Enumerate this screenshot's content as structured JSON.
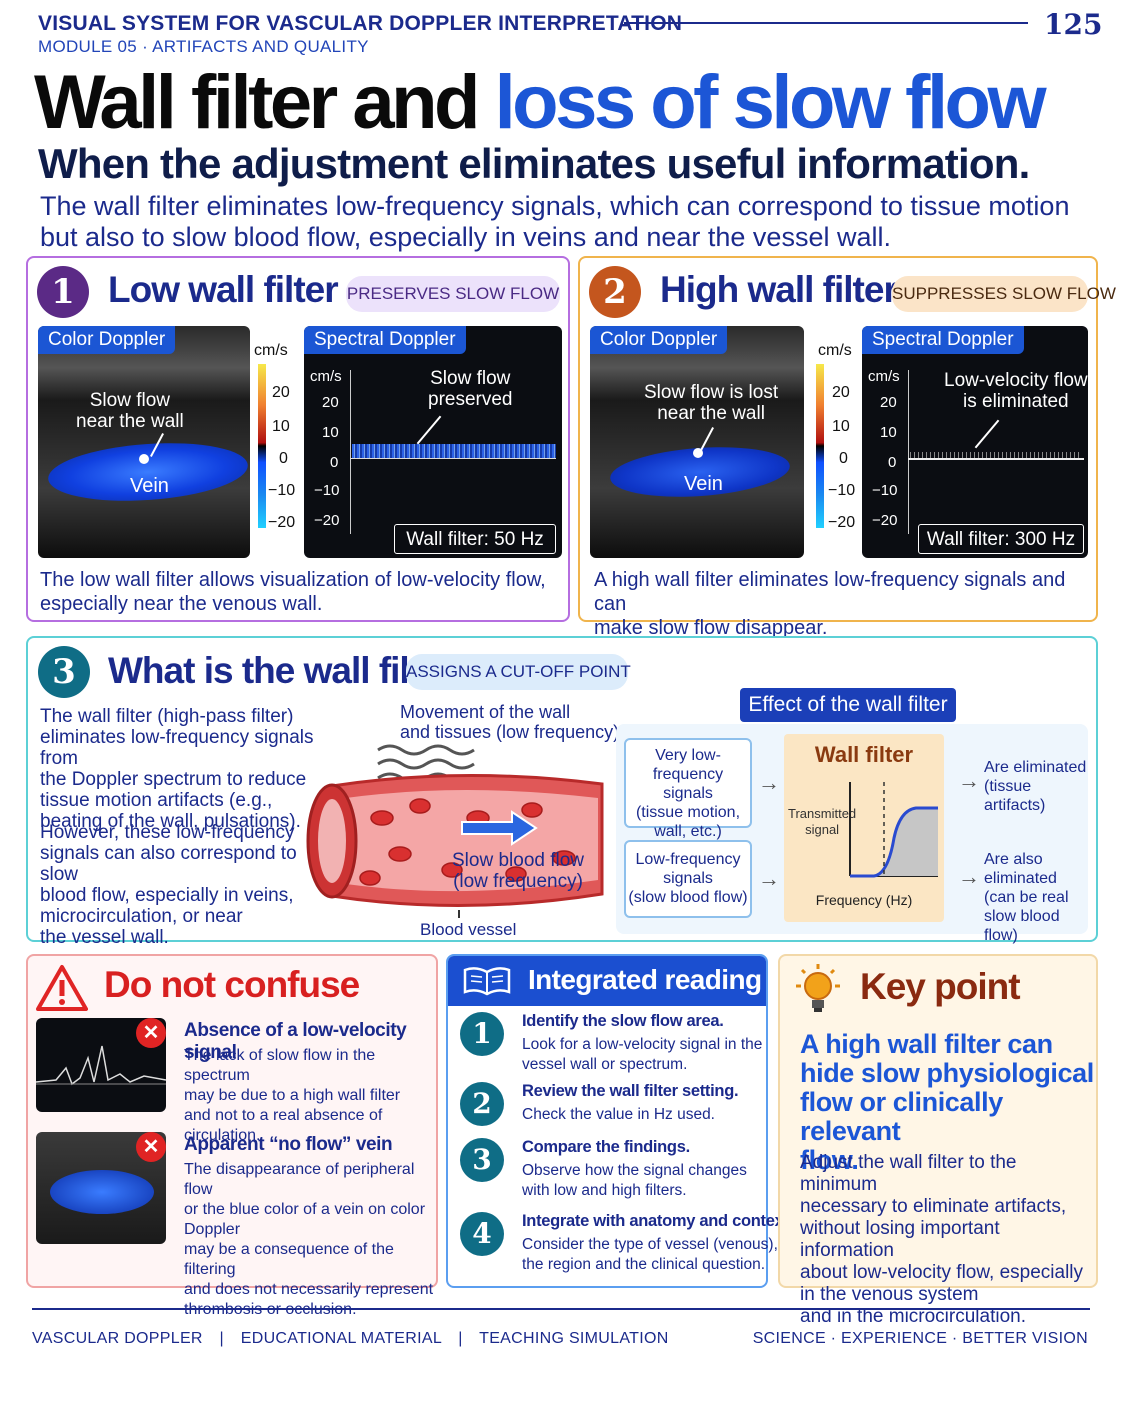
{
  "header": {
    "series": "VISUAL SYSTEM FOR VASCULAR DOPPLER INTERPRETATION",
    "module": "MODULE 05  ·  ARTIFACTS AND QUALITY",
    "page_number": "125",
    "title_part1": "Wall filter and ",
    "title_part2": "loss of slow flow",
    "subtitle": "When the adjustment eliminates useful information.",
    "lead_line1": "The wall filter eliminates low-frequency signals, which can correspond to tissue motion",
    "lead_line2": "but also to slow blood flow, especially in veins and near the vessel wall."
  },
  "low_filter": {
    "number": "1",
    "title": "Low wall filter",
    "badge": "PRESERVES SLOW FLOW",
    "color_tag": "Color Doppler",
    "spectral_tag": "Spectral Doppler",
    "color_annot_1": "Slow flow",
    "color_annot_2": "near the wall",
    "vein_label": "Vein",
    "scale_unit": "cm/s",
    "scale_ticks": [
      "20",
      "10",
      "0",
      "−10",
      "−20"
    ],
    "spec_unit": "cm/s",
    "spec_ticks": [
      "20",
      "10",
      "0",
      "−10",
      "−20"
    ],
    "spec_annot_1": "Slow flow",
    "spec_annot_2": "preserved",
    "filter_value": "Wall filter: 50 Hz",
    "caption_1": "The low wall filter allows visualization of low-velocity flow,",
    "caption_2": "especially near the venous wall."
  },
  "high_filter": {
    "number": "2",
    "title": "High wall filter",
    "badge": "SUPPRESSES SLOW FLOW",
    "color_tag": "Color Doppler",
    "spectral_tag": "Spectral Doppler",
    "color_annot_1": "Slow flow is lost",
    "color_annot_2": "near the wall",
    "vein_label": "Vein",
    "scale_unit": "cm/s",
    "scale_ticks": [
      "20",
      "10",
      "0",
      "−10",
      "−20"
    ],
    "spec_unit": "cm/s",
    "spec_ticks": [
      "20",
      "10",
      "0",
      "−10",
      "−20"
    ],
    "spec_annot_1": "Low-velocity flow",
    "spec_annot_2": "is eliminated",
    "filter_value": "Wall filter: 300 Hz",
    "caption_1": "A high wall filter eliminates low-frequency signals and can",
    "caption_2": "make slow flow disappear."
  },
  "what_is": {
    "number": "3",
    "title": "What is the wall filter?",
    "badge": "ASSIGNS A CUT-OFF POINT",
    "text1": [
      "The wall filter (high-pass filter)",
      "eliminates low-frequency signals from",
      "the Doppler spectrum to reduce",
      "tissue motion artifacts (e.g.,",
      "beating of the wall, pulsations)."
    ],
    "text2": [
      "However, these low-frequency",
      "signals can also correspond to slow",
      "blood flow, especially in veins,",
      "microcirculation, or near",
      "the vessel wall."
    ],
    "movement_1": "Movement of the wall",
    "movement_2": "and tissues (low frequency)",
    "slow_1": "Slow blood flow",
    "slow_2": "(low frequency)",
    "vessel_label": "Blood vessel",
    "effect_title": "Effect of the wall filter",
    "box1": [
      "Very low-frequency",
      "signals",
      "(tissue motion,",
      "wall, etc.)"
    ],
    "box2": [
      "Low-frequency",
      "signals",
      "(slow blood flow)"
    ],
    "filter_title": "Wall filter",
    "y_axis_1": "Transmitted",
    "y_axis_2": "signal",
    "x_axis": "Frequency (Hz)",
    "result1": [
      "Are eliminated",
      "(tissue artifacts)"
    ],
    "result2": [
      "Are also eliminated",
      "(can be real",
      "slow blood flow)"
    ]
  },
  "confuse": {
    "title": "Do not confuse",
    "item1_title": "Absence of a low-velocity signal",
    "item1_text": [
      "The lack of slow flow in the spectrum",
      "may be due to a high wall filter",
      "and not to a real absence of circulation."
    ],
    "item2_title": "Apparent “no flow” vein",
    "item2_text": [
      "The disappearance of peripheral flow",
      "or the blue color of a vein on color Doppler",
      "may be a consequence of the filtering",
      "and does not necessarily represent",
      "thrombosis or occlusion."
    ]
  },
  "reading": {
    "title": "Integrated reading",
    "steps": [
      {
        "n": "1",
        "title": "Identify the slow flow area.",
        "text": [
          "Look for a low-velocity signal in the",
          "vessel wall or spectrum."
        ]
      },
      {
        "n": "2",
        "title": "Review the wall filter setting.",
        "text": [
          "Check the value in Hz used."
        ]
      },
      {
        "n": "3",
        "title": "Compare the findings.",
        "text": [
          "Observe how the signal changes",
          "with low and high filters."
        ]
      },
      {
        "n": "4",
        "title": "Integrate with anatomy and context.",
        "text": [
          "Consider the type of vessel (venous),",
          "the region and the clinical question."
        ]
      }
    ]
  },
  "key": {
    "title": "Key point",
    "headline": [
      "A high wall filter can",
      "hide slow physiological",
      "flow or clinically relevant",
      "flow."
    ],
    "text": [
      "Adjust the wall filter to the minimum",
      "necessary to eliminate artifacts,",
      "without losing important information",
      "about low-velocity flow, especially",
      "in the venous system",
      "and in the microcirculation."
    ]
  },
  "footer": {
    "left1": "VASCULAR DOPPLER",
    "left2": "EDUCATIONAL MATERIAL",
    "left3": "TEACHING SIMULATION",
    "right": "SCIENCE  ·  EXPERIENCE  ·  BETTER VISION"
  },
  "colors": {
    "navy": "#1b2a8c",
    "accent": "#1f56d6",
    "purple": "#5b2a86",
    "orange": "#c4561e",
    "teal": "#0f6d86",
    "red": "#e02424"
  }
}
